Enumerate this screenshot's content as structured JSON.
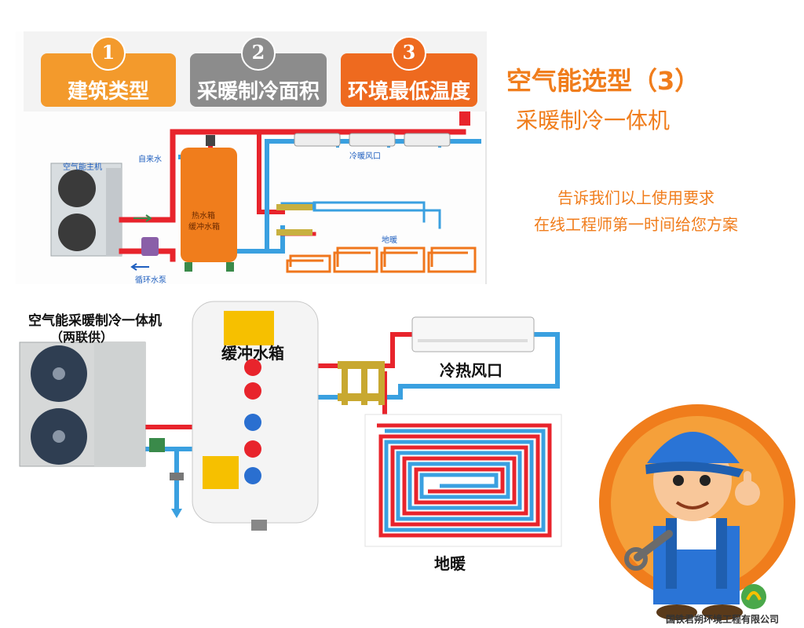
{
  "steps": [
    {
      "num": "1",
      "label": "建筑类型",
      "color": "#f39a2c"
    },
    {
      "num": "2",
      "label": "采暖制冷面积",
      "color": "#8c8c8c"
    },
    {
      "num": "3",
      "label": "环境最低温度",
      "color": "#ee6a1f"
    }
  ],
  "heading": {
    "title": "空气能选型（3）",
    "subtitle": "采暖制冷一体机"
  },
  "cta": {
    "line1": "告诉我们以上使用要求",
    "line2": "在线工程师第一时间给您方案"
  },
  "top_diagram": {
    "unit_label": "空气能主机",
    "tank_label_1": "热水箱",
    "tank_label_2": "缓冲水箱",
    "tap_water_label": "自来水",
    "pump_label": "循环水泵",
    "fan_coil_label": "冷暖风口",
    "floor_label": "地暖"
  },
  "bottom_diagram": {
    "unit_title": "空气能采暖制冷一体机",
    "unit_subtitle": "（两联供）",
    "tank_label": "缓冲水箱",
    "ac_label": "冷热风口",
    "floor_label": "地暖"
  },
  "footer": {
    "company": "国铁君朔环境工程有限公司"
  },
  "colors": {
    "hot": "#e8242c",
    "cold": "#3aa0e0",
    "orange": "#f07d1c",
    "pipe_floor": "#f0761c"
  }
}
